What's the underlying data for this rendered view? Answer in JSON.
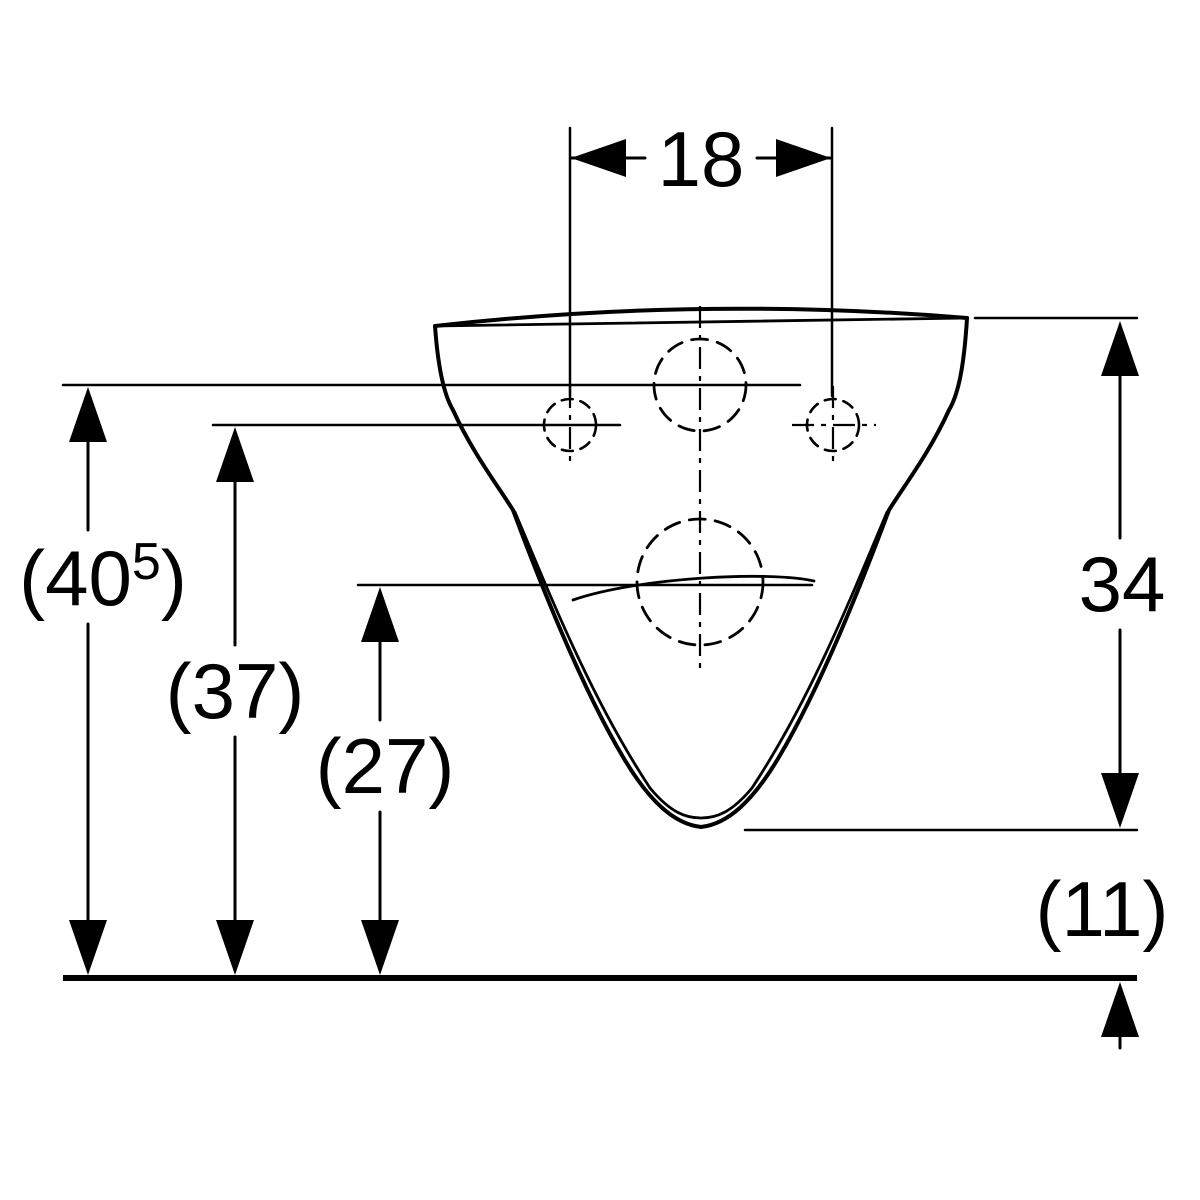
{
  "drawing": {
    "background_color": "#ffffff",
    "line_color": "#000000",
    "dims": {
      "top": {
        "label": "18"
      },
      "left_outer": {
        "label_open": "(40",
        "label_sup": "5",
        "label_close": ")"
      },
      "left_middle": {
        "label": "(37)"
      },
      "left_inner": {
        "label": "(27)"
      },
      "right": {
        "label": "34"
      },
      "bottom_right": {
        "label": "(11)"
      }
    }
  }
}
